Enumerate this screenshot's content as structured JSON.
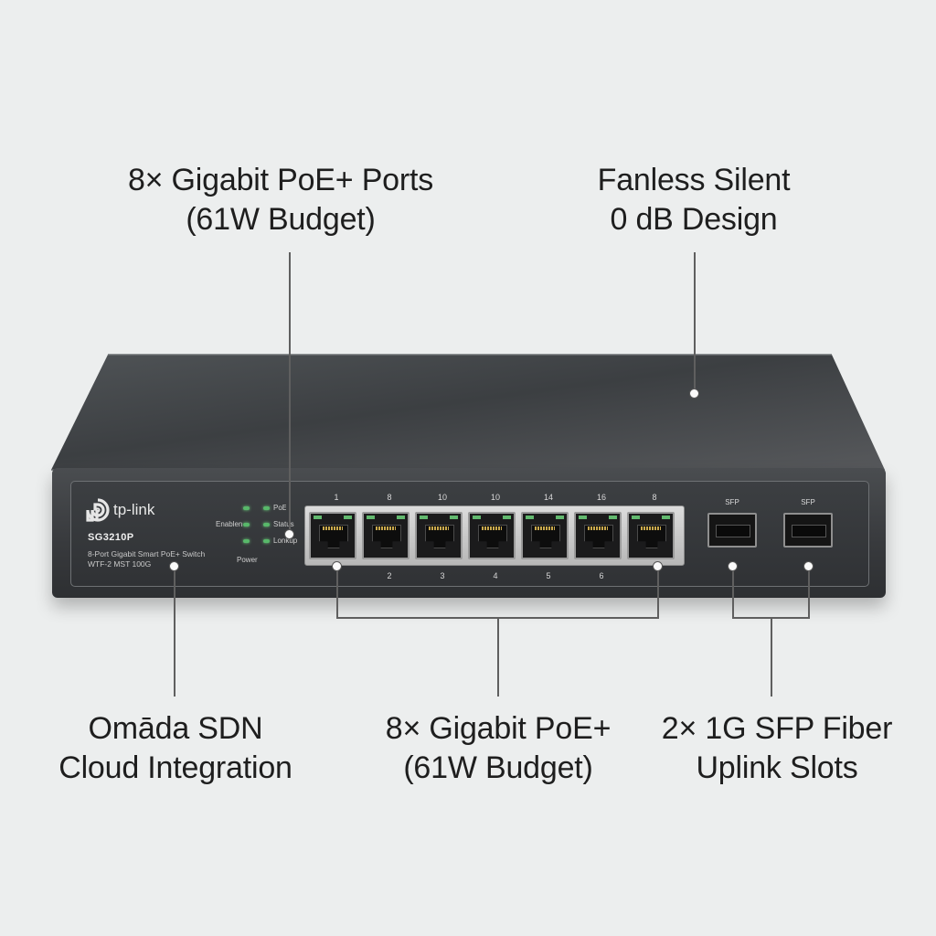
{
  "callouts": {
    "top_left": {
      "line1": "8× Gigabit PoE+ Ports",
      "line2": "(61W Budget)"
    },
    "top_right": {
      "line1": "Fanless Silent",
      "line2": "0 dB Design"
    },
    "bottom_left": {
      "line1": "Omāda SDN",
      "line2": "Cloud Integration"
    },
    "bottom_mid": {
      "line1": "8× Gigabit PoE+",
      "line2": "(61W Budget)"
    },
    "bottom_right": {
      "line1": "2× 1G SFP Fiber",
      "line2": "Uplink Slots"
    }
  },
  "device": {
    "brand": "tp-link",
    "model": "SG3210P",
    "desc1": "8-Port Gigabit Smart PoE+ Switch",
    "desc2": "WTF-2 MST 100G",
    "leds": {
      "enablen": "Enablen",
      "power": "Power",
      "poe": "PoE",
      "status": "Status",
      "lonkup": "Lonkup"
    },
    "port_top_numbers": [
      "1",
      "8",
      "10",
      "10",
      "14",
      "16",
      "8"
    ],
    "port_bottom_numbers": [
      "2",
      "3",
      "4",
      "5",
      "6"
    ],
    "sfp_labels": [
      "SFP",
      "SFP"
    ]
  },
  "colors": {
    "background": "#eceeee",
    "chassis": "#3a3c3f",
    "led_green": "#58b86a"
  }
}
